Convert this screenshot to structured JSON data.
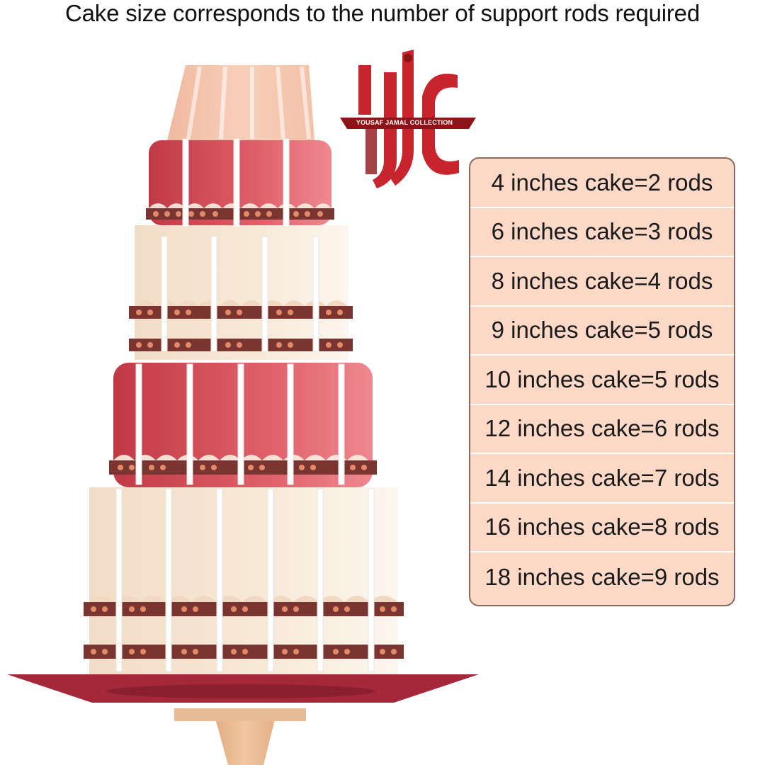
{
  "headline": "Cake size corresponds to the number of support rods required",
  "brand": {
    "caption": "YOUSAF JAMAL COLLECTION",
    "colors": {
      "primary": "#c8242e",
      "dark": "#8c1418"
    }
  },
  "cake_colors": {
    "red_tier": "#d4555d",
    "cream_tier": "#f7e6d4",
    "plate": "#a5283a",
    "stand": "#e8b88f",
    "rod": "#ffffff",
    "table_bg": "#fcd9c6"
  },
  "rods_table": [
    "4 inches cake=2 rods",
    "6 inches cake=3 rods",
    "8 inches cake=4 rods",
    "9 inches cake=5 rods",
    "10 inches cake=5 rods",
    "12 inches cake=6 rods",
    "14 inches cake=7 rods",
    "16 inches cake=8 rods",
    "18 inches cake=9 rods"
  ]
}
